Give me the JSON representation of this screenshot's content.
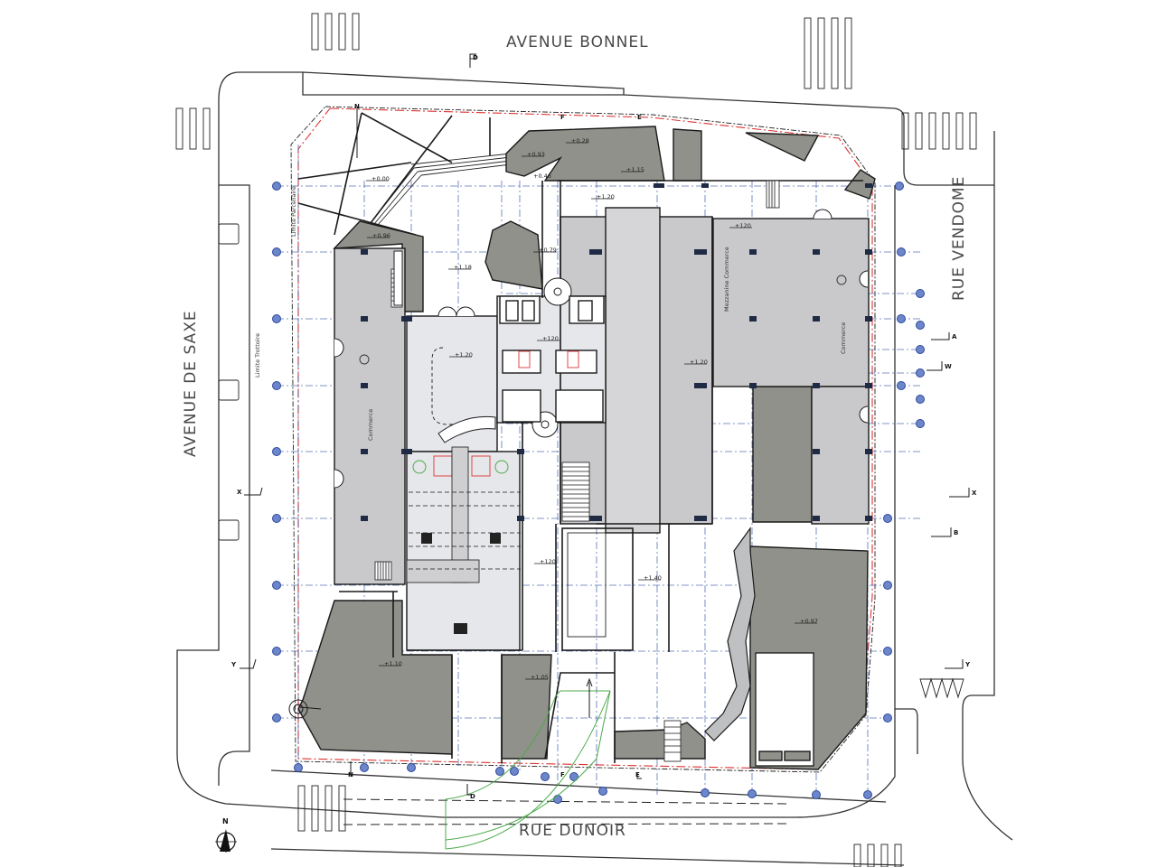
{
  "drawing": {
    "type": "architectural ground floor plan",
    "streets": {
      "north": "AVENUE BONNEL",
      "west": "AVENUE DE SAXE",
      "east": "RUE VENDOME",
      "south": "RUE DUNOIR"
    },
    "annotations": {
      "limite_trottoire": "Limite Trottoire",
      "limite_parcellaire": "Limite Parcellaire"
    },
    "rooms": {
      "commerce_west": "Commerce",
      "mezzanine_commerce": "Mezzanine Commerce",
      "commerce_east": "Commerce"
    },
    "levels": [
      {
        "id": "lvl-0-00",
        "label": "+0.00"
      },
      {
        "id": "lvl-0-93",
        "label": "+0.93"
      },
      {
        "id": "lvl-0-28",
        "label": "+0.28"
      },
      {
        "id": "lvl-1-15",
        "label": "+1.15"
      },
      {
        "id": "lvl-0-46",
        "label": "+0.46"
      },
      {
        "id": "lvl-1-20-n",
        "label": "+1.20"
      },
      {
        "id": "lvl-0-96",
        "label": "+0.96"
      },
      {
        "id": "lvl-0-79",
        "label": "+0.79"
      },
      {
        "id": "lvl-1-18",
        "label": "+1.18"
      },
      {
        "id": "lvl-120-mez",
        "label": "+120"
      },
      {
        "id": "lvl-120-core",
        "label": "+120"
      },
      {
        "id": "lvl-1-20-hall",
        "label": "+1.20"
      },
      {
        "id": "lvl-1-20-east",
        "label": "+1.20"
      },
      {
        "id": "lvl-120-south",
        "label": "+120"
      },
      {
        "id": "lvl-1-40",
        "label": "+1.40"
      },
      {
        "id": "lvl-0-97",
        "label": "+0.97"
      },
      {
        "id": "lvl-1-10",
        "label": "+1.10"
      },
      {
        "id": "lvl-1-05",
        "label": "+1.05"
      }
    ],
    "section_markers": {
      "north_d": "D",
      "north_f": "F",
      "north_e": "E",
      "north_n": "N",
      "east_a": "A",
      "east_w": "W",
      "east_x": "X",
      "east_b": "B",
      "east_y": "Y",
      "west_x": "X",
      "west_y": "Y",
      "south_n": "N",
      "south_d": "D",
      "south_f": "F",
      "south_e": "E"
    },
    "north_arrow": "N",
    "colors": {
      "grid_line": "#3a5aa8",
      "grid_bubble": "#6d86c9",
      "property_line": "#d33333",
      "dark_zone": "#8f918a",
      "commerce_zone": "#c9c9cb",
      "interior_zone": "#e6e7ea",
      "swept_path": "#4caa4c"
    }
  }
}
